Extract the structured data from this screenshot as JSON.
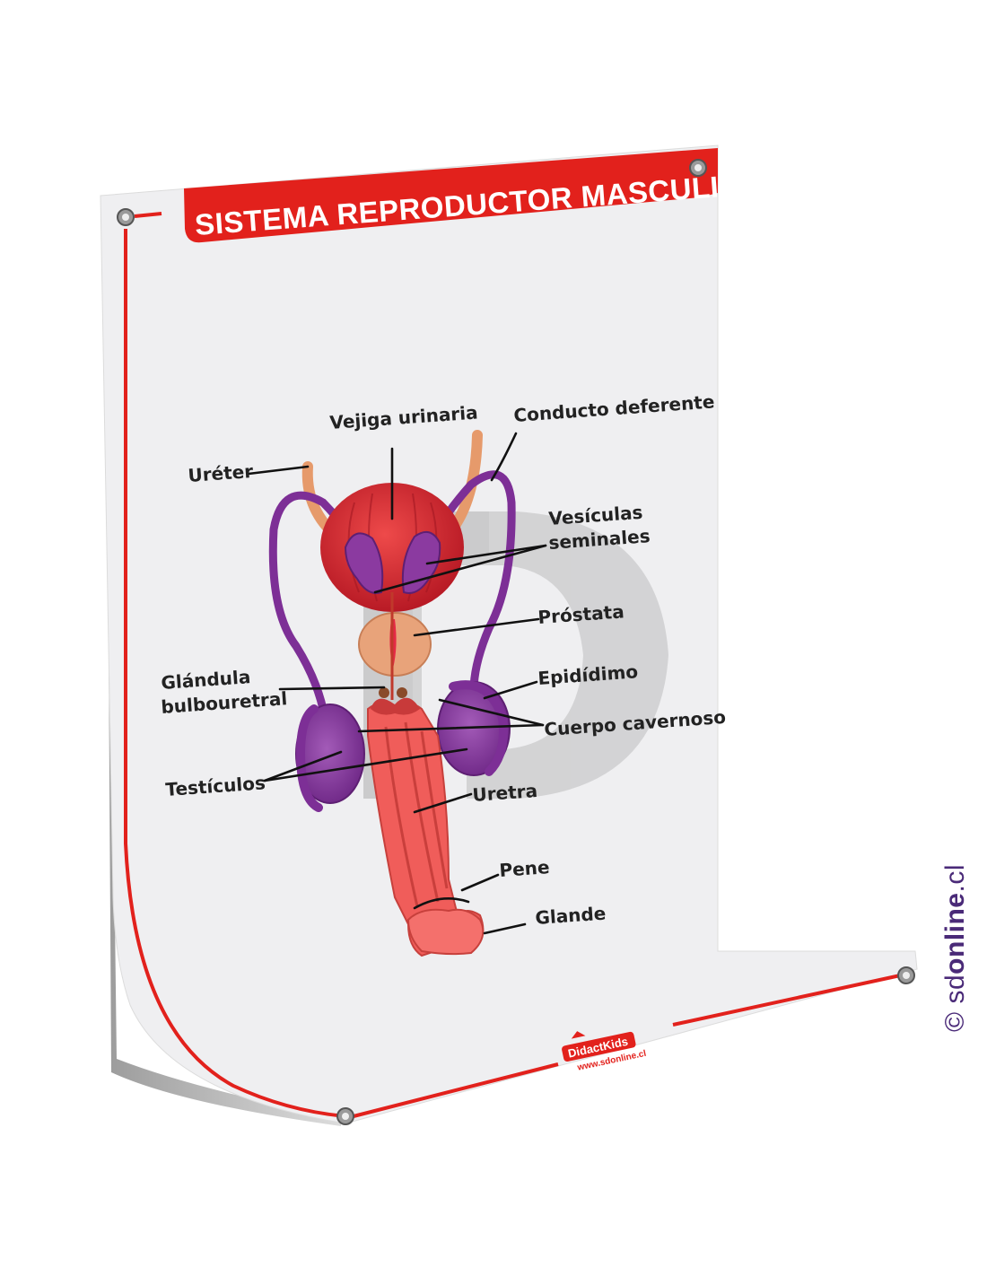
{
  "poster": {
    "title": "SISTEMA REPRODUCTOR MASCULINO",
    "footer_brand": "DidactKids",
    "footer_url": "www.sdonline.cl"
  },
  "labels": {
    "ureter": "Uréter",
    "vejiga": "Vejiga urinaria",
    "conducto": "Conducto deferente",
    "vesiculas_1": "Vesículas",
    "vesiculas_2": "seminales",
    "prostata": "Próstata",
    "glandula_1": "Glándula",
    "glandula_2": "bulbouretral",
    "epididimo": "Epidídimo",
    "cuerpo": "Cuerpo cavernoso",
    "testiculos": "Testículos",
    "uretra": "Uretra",
    "pene": "Pene",
    "glande": "Glande"
  },
  "credit": {
    "symbol": "©",
    "prefix": "sd",
    "brand": "online",
    "suffix": ".cl"
  },
  "colors": {
    "banner_red": "#e2211c",
    "paper": "#f0f0f2",
    "bladder": "#d8262e",
    "purple": "#8a3aa0",
    "prostate": "#e8a37a",
    "penis": "#f05d5a"
  }
}
